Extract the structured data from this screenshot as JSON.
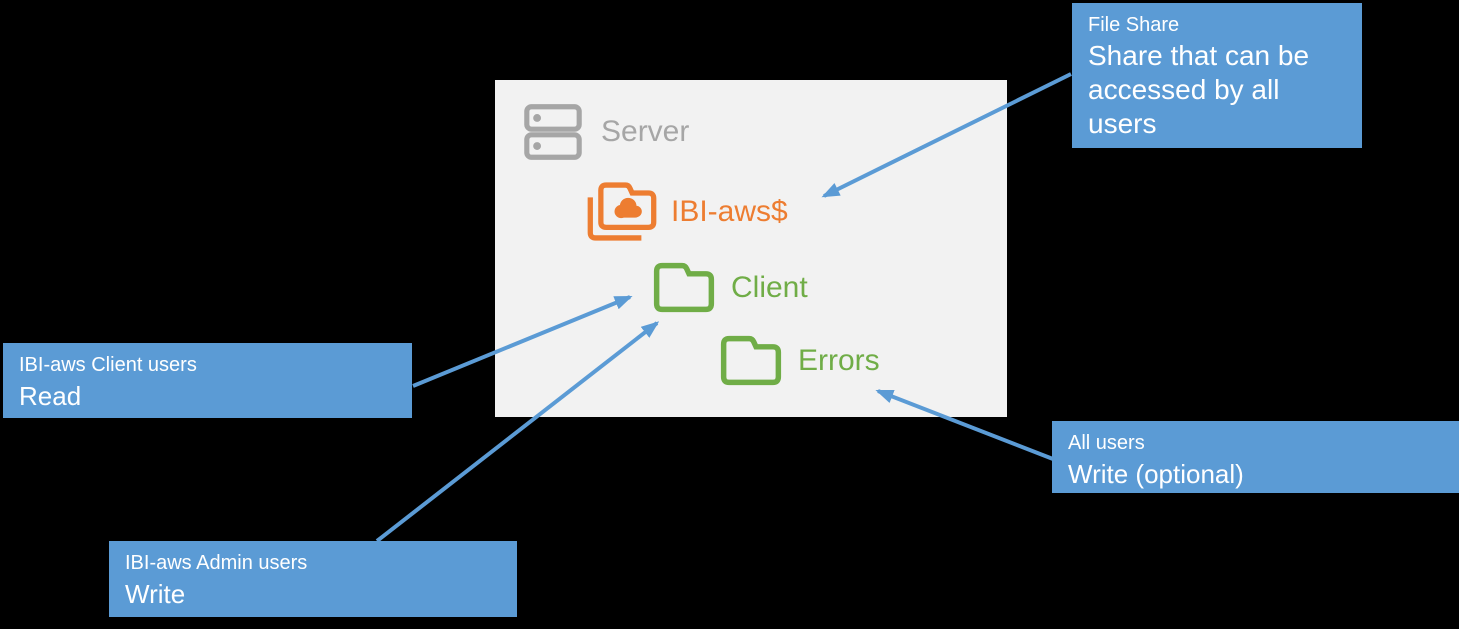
{
  "colors": {
    "background": "#000000",
    "panel_background": "#F2F2F2",
    "callout_blue": "#5B9BD5",
    "arrow_blue": "#5B9BD5",
    "server_gray": "#A6A6A6",
    "share_orange": "#ED7D31",
    "folder_green": "#70AD47",
    "callout_text": "#FFFFFF"
  },
  "panel": {
    "server_label": "Server",
    "items": [
      {
        "label": "IBI-aws$",
        "icon": "cloud-share-folder-icon",
        "color": "#ED7D31"
      },
      {
        "label": "Client",
        "icon": "folder-icon",
        "color": "#70AD47"
      },
      {
        "label": "Errors",
        "icon": "folder-icon",
        "color": "#70AD47"
      }
    ]
  },
  "callouts": {
    "file_share": {
      "title": "File Share",
      "body": "Share that can be accessed by all users"
    },
    "client_users": {
      "title": "IBI-aws Client users",
      "body": "Read"
    },
    "admin_users": {
      "title": "IBI-aws Admin users",
      "body": "Write"
    },
    "all_users": {
      "title": "All users",
      "body": "Write (optional)"
    }
  },
  "arrows": [
    {
      "from": "file_share_callout",
      "to": "IBI-aws$ share"
    },
    {
      "from": "client_users_callout",
      "to": "Client folder"
    },
    {
      "from": "admin_users_callout",
      "to": "Client folder"
    },
    {
      "from": "all_users_callout",
      "to": "Errors folder"
    }
  ]
}
